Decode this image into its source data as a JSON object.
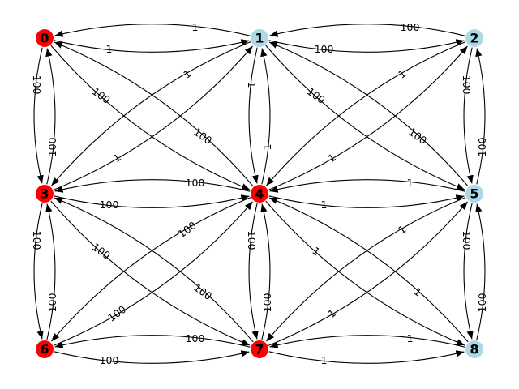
{
  "graph": {
    "colors": {
      "highlight": "#ff0000",
      "normal": "#add8e6",
      "edge": "#000000"
    },
    "nodes": [
      {
        "id": "0",
        "label": "0",
        "color": "#ff0000"
      },
      {
        "id": "1",
        "label": "1",
        "color": "#add8e6"
      },
      {
        "id": "2",
        "label": "2",
        "color": "#add8e6"
      },
      {
        "id": "3",
        "label": "3",
        "color": "#ff0000"
      },
      {
        "id": "4",
        "label": "4",
        "color": "#ff0000"
      },
      {
        "id": "5",
        "label": "5",
        "color": "#add8e6"
      },
      {
        "id": "6",
        "label": "6",
        "color": "#ff0000"
      },
      {
        "id": "7",
        "label": "7",
        "color": "#ff0000"
      },
      {
        "id": "8",
        "label": "8",
        "color": "#add8e6"
      }
    ],
    "edges": [
      {
        "from": "0",
        "to": "1",
        "weight": "1"
      },
      {
        "from": "1",
        "to": "0",
        "weight": "1"
      },
      {
        "from": "1",
        "to": "2",
        "weight": "100"
      },
      {
        "from": "2",
        "to": "1",
        "weight": "100"
      },
      {
        "from": "3",
        "to": "4",
        "weight": "100"
      },
      {
        "from": "4",
        "to": "3",
        "weight": "100"
      },
      {
        "from": "4",
        "to": "5",
        "weight": "1"
      },
      {
        "from": "5",
        "to": "4",
        "weight": "1"
      },
      {
        "from": "6",
        "to": "7",
        "weight": "100"
      },
      {
        "from": "7",
        "to": "6",
        "weight": "100"
      },
      {
        "from": "7",
        "to": "8",
        "weight": "1"
      },
      {
        "from": "8",
        "to": "7",
        "weight": "1"
      },
      {
        "from": "0",
        "to": "3",
        "weight": "100"
      },
      {
        "from": "3",
        "to": "0",
        "weight": "100"
      },
      {
        "from": "3",
        "to": "6",
        "weight": "100"
      },
      {
        "from": "6",
        "to": "3",
        "weight": "100"
      },
      {
        "from": "1",
        "to": "4",
        "weight": "1"
      },
      {
        "from": "4",
        "to": "1",
        "weight": "1"
      },
      {
        "from": "4",
        "to": "7",
        "weight": "100"
      },
      {
        "from": "7",
        "to": "4",
        "weight": "100"
      },
      {
        "from": "2",
        "to": "5",
        "weight": "100"
      },
      {
        "from": "5",
        "to": "2",
        "weight": "100"
      },
      {
        "from": "5",
        "to": "8",
        "weight": "100"
      },
      {
        "from": "8",
        "to": "5",
        "weight": "100"
      },
      {
        "from": "0",
        "to": "4",
        "weight": "100"
      },
      {
        "from": "4",
        "to": "0",
        "weight": "100"
      },
      {
        "from": "1",
        "to": "3",
        "weight": "1"
      },
      {
        "from": "3",
        "to": "1",
        "weight": "1"
      },
      {
        "from": "1",
        "to": "5",
        "weight": "100"
      },
      {
        "from": "5",
        "to": "1",
        "weight": "100"
      },
      {
        "from": "2",
        "to": "4",
        "weight": "1"
      },
      {
        "from": "4",
        "to": "2",
        "weight": "1"
      },
      {
        "from": "3",
        "to": "7",
        "weight": "100"
      },
      {
        "from": "7",
        "to": "3",
        "weight": "100"
      },
      {
        "from": "4",
        "to": "6",
        "weight": "100"
      },
      {
        "from": "6",
        "to": "4",
        "weight": "100"
      },
      {
        "from": "4",
        "to": "8",
        "weight": "1"
      },
      {
        "from": "8",
        "to": "4",
        "weight": "1"
      },
      {
        "from": "5",
        "to": "7",
        "weight": "1"
      },
      {
        "from": "7",
        "to": "5",
        "weight": "1"
      }
    ]
  }
}
